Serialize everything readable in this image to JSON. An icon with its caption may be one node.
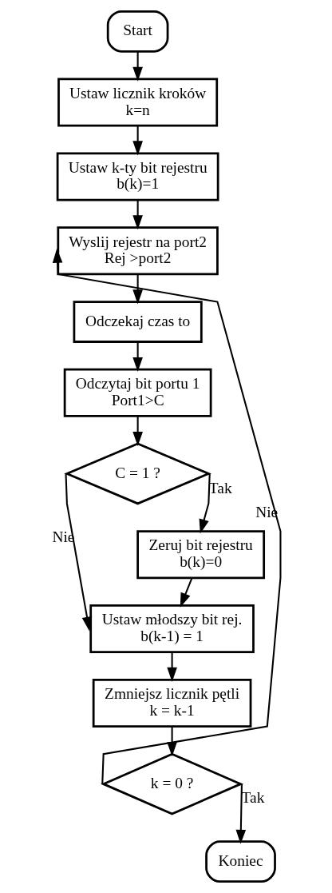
{
  "diagram": {
    "nodes": [
      {
        "text": [
          "Start"
        ]
      },
      {
        "text": [
          "Ustaw licznik kroków",
          "k=n"
        ]
      },
      {
        "text": [
          "Ustaw k-ty bit rejestru",
          "b(k)=1"
        ]
      },
      {
        "text": [
          "Wyslij rejestr na port2",
          "Rej >port2"
        ]
      },
      {
        "text": [
          "Odczekaj czas to"
        ]
      },
      {
        "text": [
          "Odczytaj bit portu 1",
          "Port1>C"
        ]
      },
      {
        "text": [
          "C = 1 ?"
        ]
      },
      {
        "text": [
          "Zeruj bit rejestru",
          "b(k)=0"
        ]
      },
      {
        "text": [
          "Ustaw młodszy bit rej.",
          "b(k-1) = 1"
        ]
      },
      {
        "text": [
          "Zmniejsz licznik pętli",
          "k = k-1"
        ]
      },
      {
        "text": [
          "k = 0 ?"
        ]
      },
      {
        "text": [
          "Koniec"
        ]
      }
    ],
    "edges": [
      {
        "from": 0,
        "to": 1,
        "arrow": "to"
      },
      {
        "from": 1,
        "to": 2,
        "arrow": "to"
      },
      {
        "from": 2,
        "to": 3,
        "arrow": "to"
      },
      {
        "from": 3,
        "to": 4,
        "arrow": "to"
      },
      {
        "from": 4,
        "to": 5,
        "arrow": "to"
      },
      {
        "from": 5,
        "to": 6,
        "arrow": "to"
      },
      {
        "from": 6,
        "to": 7,
        "arrow": "to",
        "label": "Tak"
      },
      {
        "from": 6,
        "to": 8,
        "arrow": "to",
        "label": "Nie"
      },
      {
        "from": 7,
        "to": 8,
        "arrow": "to"
      },
      {
        "from": 8,
        "to": 9,
        "arrow": "to"
      },
      {
        "from": 9,
        "to": 10,
        "arrow": "to"
      },
      {
        "from": 10,
        "to": 3,
        "arrow": "to",
        "label": "Nie"
      },
      {
        "from": 10,
        "to": 11,
        "arrow": "to",
        "label": "Tak"
      }
    ]
  }
}
